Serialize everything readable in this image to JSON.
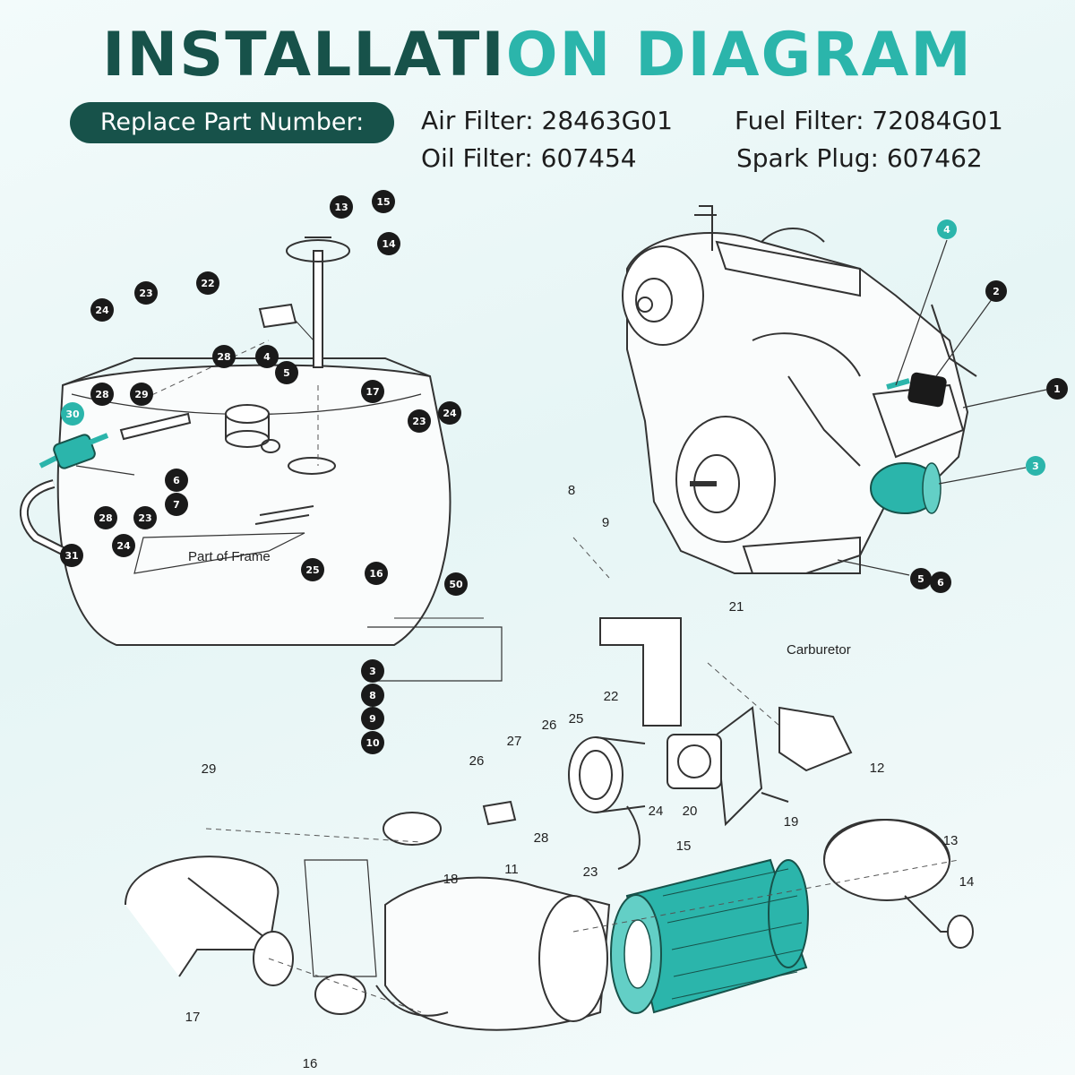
{
  "title": {
    "part1": "INSTALLATION",
    "part2": "DIAGRAM",
    "split": "INSTALLATI"
  },
  "replace": {
    "label": "Replace Part Number:",
    "air_filter": "Air Filter: 28463G01",
    "fuel_filter": "Fuel Filter: 72084G01",
    "oil_filter": "Oil Filter: 607454",
    "spark_plug": "Spark Plug: 607462"
  },
  "labels": {
    "part_of_frame": "Part of Frame",
    "carburetor": "Carburetor"
  },
  "callouts_tank": [
    "13",
    "15",
    "14",
    "24",
    "23",
    "22",
    "28",
    "4",
    "5",
    "17",
    "28",
    "29",
    "30",
    "24",
    "23",
    "6",
    "7",
    "28",
    "23",
    "24",
    "25",
    "16",
    "31",
    "50",
    "3",
    "8",
    "9",
    "10"
  ],
  "callouts_engine": [
    "4",
    "2",
    "1",
    "3",
    "5",
    "6"
  ],
  "numbers_intake": [
    "8",
    "9",
    "21",
    "22",
    "26",
    "25",
    "27",
    "26",
    "24",
    "20",
    "19",
    "12",
    "29",
    "28",
    "23",
    "18",
    "11",
    "15",
    "13",
    "14",
    "17",
    "16"
  ],
  "colors": {
    "dark": "#17524a",
    "teal": "#2bb5ab",
    "badge": "#1a1a1a"
  }
}
